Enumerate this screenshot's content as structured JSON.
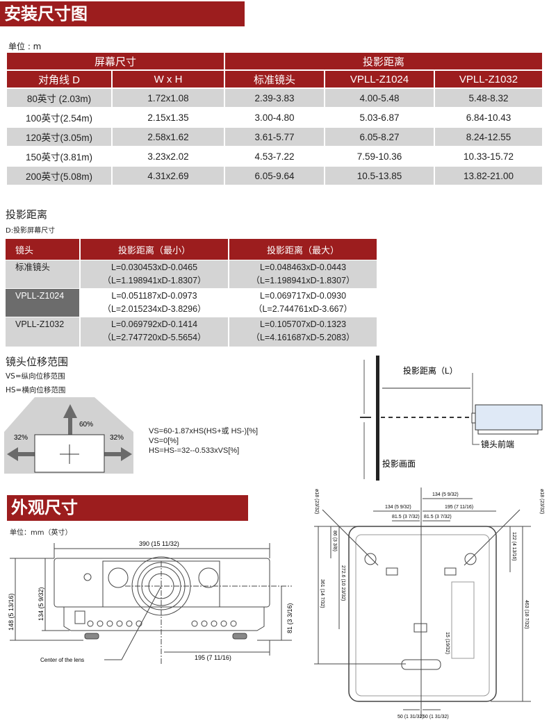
{
  "section1": {
    "title": "安装尺寸图",
    "unit": "单位 : m"
  },
  "table1": {
    "group_headers": [
      "屏幕尺寸",
      "投影距离"
    ],
    "headers": [
      "对角线 D",
      "W x H",
      "标准镜头",
      "VPLL-Z1024",
      "VPLL-Z1032"
    ],
    "rows": [
      [
        "80英寸 (2.03m)",
        "1.72x1.08",
        "2.39-3.83",
        "4.00-5.48",
        "5.48-8.32"
      ],
      [
        "100英寸(2.54m)",
        "2.15x1.35",
        "3.00-4.80",
        "5.03-6.87",
        "6.84-10.43"
      ],
      [
        "120英寸(3.05m)",
        "2.58x1.62",
        "3.61-5.77",
        "6.05-8.27",
        "8.24-12.55"
      ],
      [
        "150英寸(3.81m)",
        "3.23x2.02",
        "4.53-7.22",
        "7.59-10.36",
        "10.33-15.72"
      ],
      [
        "200英寸(5.08m)",
        "4.31x2.69",
        "6.05-9.64",
        "10.5-13.85",
        "13.82-21.00"
      ]
    ]
  },
  "section2": {
    "title": "投影距离",
    "note": "D:投影屏幕尺寸"
  },
  "table2": {
    "headers": [
      "镜头",
      "投影距离（最小）",
      "投影距离（最大）"
    ],
    "rows": [
      {
        "lens": "标准镜头",
        "min": [
          "L=0.030453xD-0.0465",
          "（L=1.198941xD-1.8307）"
        ],
        "max": [
          "L=0.048463xD-0.0443",
          "（L=1.198941xD-1.8307）"
        ]
      },
      {
        "lens": "VPLL-Z1024",
        "min": [
          "L=0.051187xD-0.0973",
          "（L=2.015234xD-3.8296）"
        ],
        "max": [
          "L=0.069717xD-0.0930",
          "（L=2.744761xD-3.667）"
        ]
      },
      {
        "lens": "VPLL-Z1032",
        "min": [
          "L=0.069792xD-0.1414",
          "（L=2.747720xD-5.5654）"
        ],
        "max": [
          "L=0.105707xD-0.1323",
          "（L=4.161687xD-5.2083）"
        ]
      }
    ]
  },
  "section3": {
    "title": "镜头位移范围",
    "vs_def": "VS=纵向位移范围",
    "hs_def": "HS=横向位移范围",
    "shift": {
      "up": "60%",
      "left": "32%",
      "right": "32%"
    },
    "formulas": [
      "VS=60-1.87xHS(HS+或 HS-)[%]",
      "VS=0[%]",
      "HS=HS-=32--0.533xVS[%]"
    ]
  },
  "throw_diagram": {
    "distance": "投影距离（L）",
    "lens_front": "镜头前端",
    "screen": "投影画面"
  },
  "section4": {
    "title": "外观尺寸",
    "unit": "单位：mm（英寸）"
  },
  "front_view": {
    "width": "390 (15 11/32)",
    "h_total": "148 (5 13/16)",
    "h_body": "134 (5 9/32)",
    "lens_h": "81 (3 3/16)",
    "lens_x": "195 (7 11/16)",
    "center_label": "Center of the lens"
  },
  "bottom_view": {
    "d1": "134 (5 9/32)",
    "d2": "195 (7 11/16)",
    "d3": "134 (5 9/32)",
    "d4": "81.5 (3 7/32)",
    "d5": "81.5 (3 7/32)",
    "foot_l": "ø18 (23/32)",
    "foot_r": "ø18 (23/32)",
    "v1": "86 (3 3/8)",
    "v2": "272.6 (10 23/32)",
    "v3": "361 (14 7/32)",
    "v4": "122 (4 13/16)",
    "v5": "463 (18 7/32)",
    "v6": "15 (19/32)",
    "b1": "50 (1 31/32)",
    "b2": "50 (1 31/32)"
  }
}
